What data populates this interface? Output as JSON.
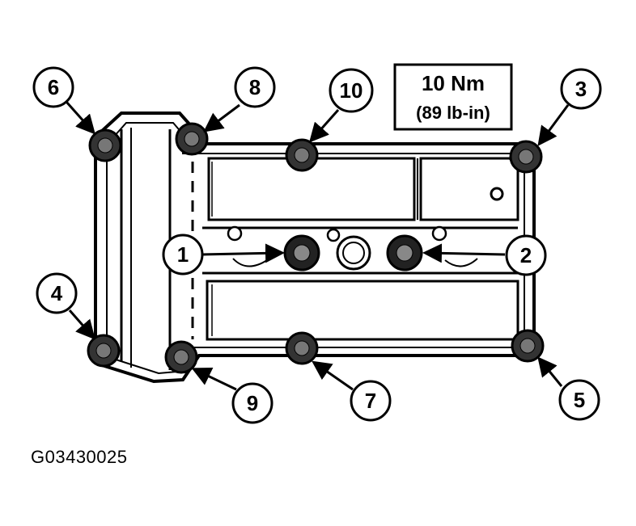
{
  "torque_spec": {
    "line1": "10 Nm",
    "line2": "(89 lb-in)"
  },
  "figure_id": "G03430025",
  "callouts": [
    "1",
    "2",
    "3",
    "4",
    "5",
    "6",
    "7",
    "8",
    "9",
    "10"
  ]
}
